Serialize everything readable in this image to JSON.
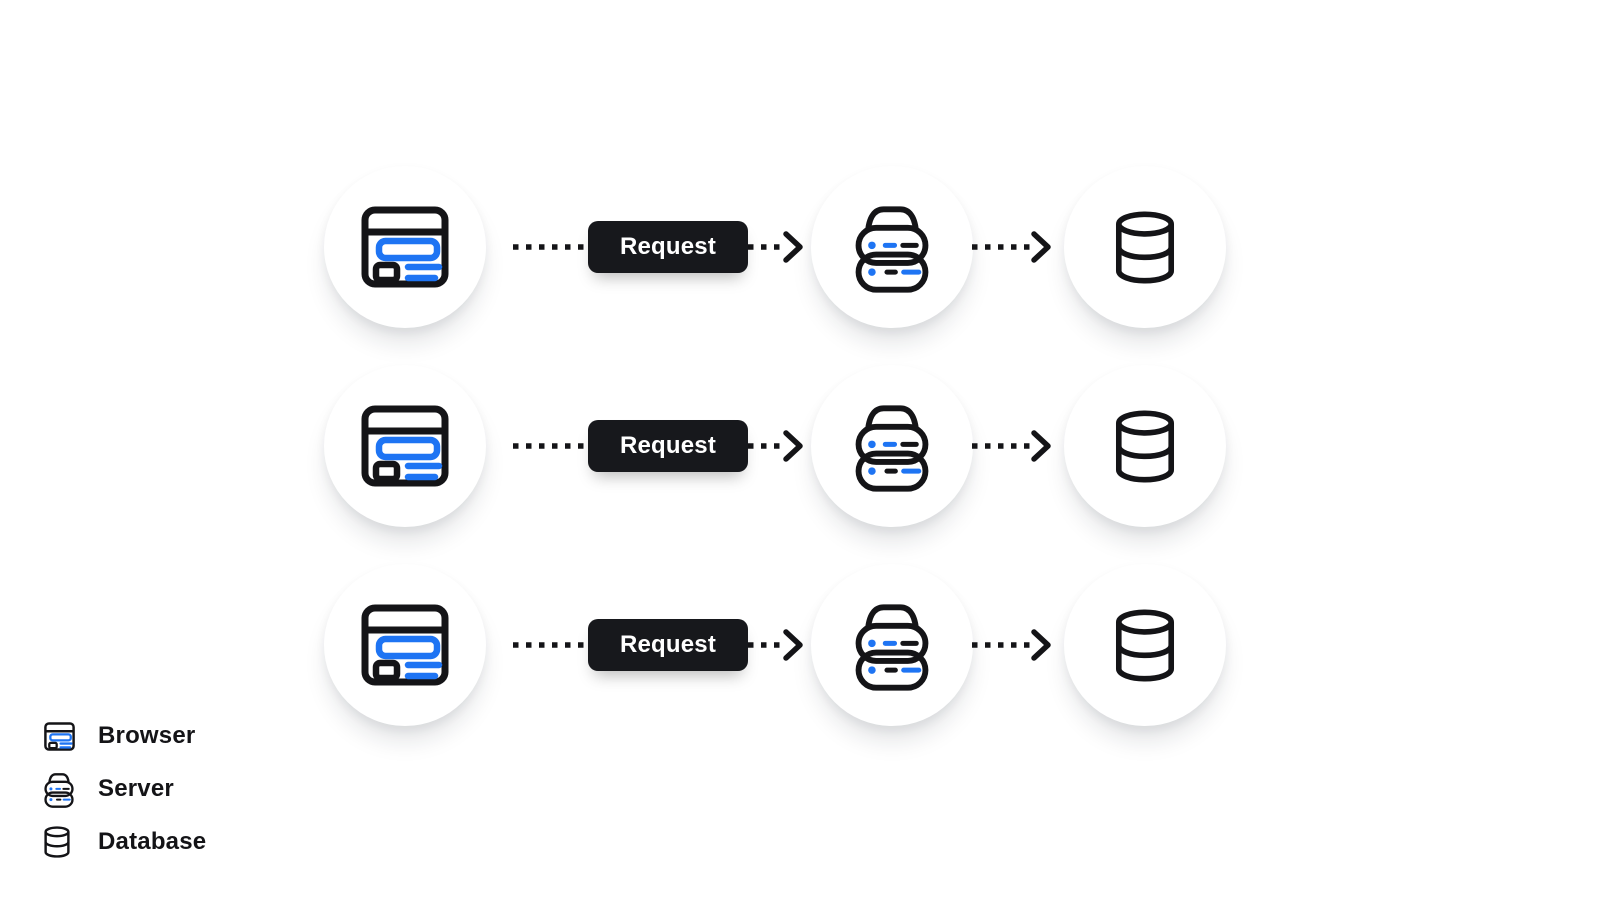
{
  "colors": {
    "accent_blue": "#1e74f3",
    "stroke_black": "#141417",
    "button_bg": "#17181c",
    "button_text": "#ffffff",
    "page_bg": "#ffffff"
  },
  "flow": {
    "rows": [
      {
        "source": "browser",
        "request_label": "Request",
        "middle": "server",
        "target": "database"
      },
      {
        "source": "browser",
        "request_label": "Request",
        "middle": "server",
        "target": "database"
      },
      {
        "source": "browser",
        "request_label": "Request",
        "middle": "server",
        "target": "database"
      }
    ]
  },
  "legend": {
    "items": [
      {
        "icon": "browser-icon",
        "label": "Browser"
      },
      {
        "icon": "server-icon",
        "label": "Server"
      },
      {
        "icon": "database-icon",
        "label": "Database"
      }
    ]
  }
}
